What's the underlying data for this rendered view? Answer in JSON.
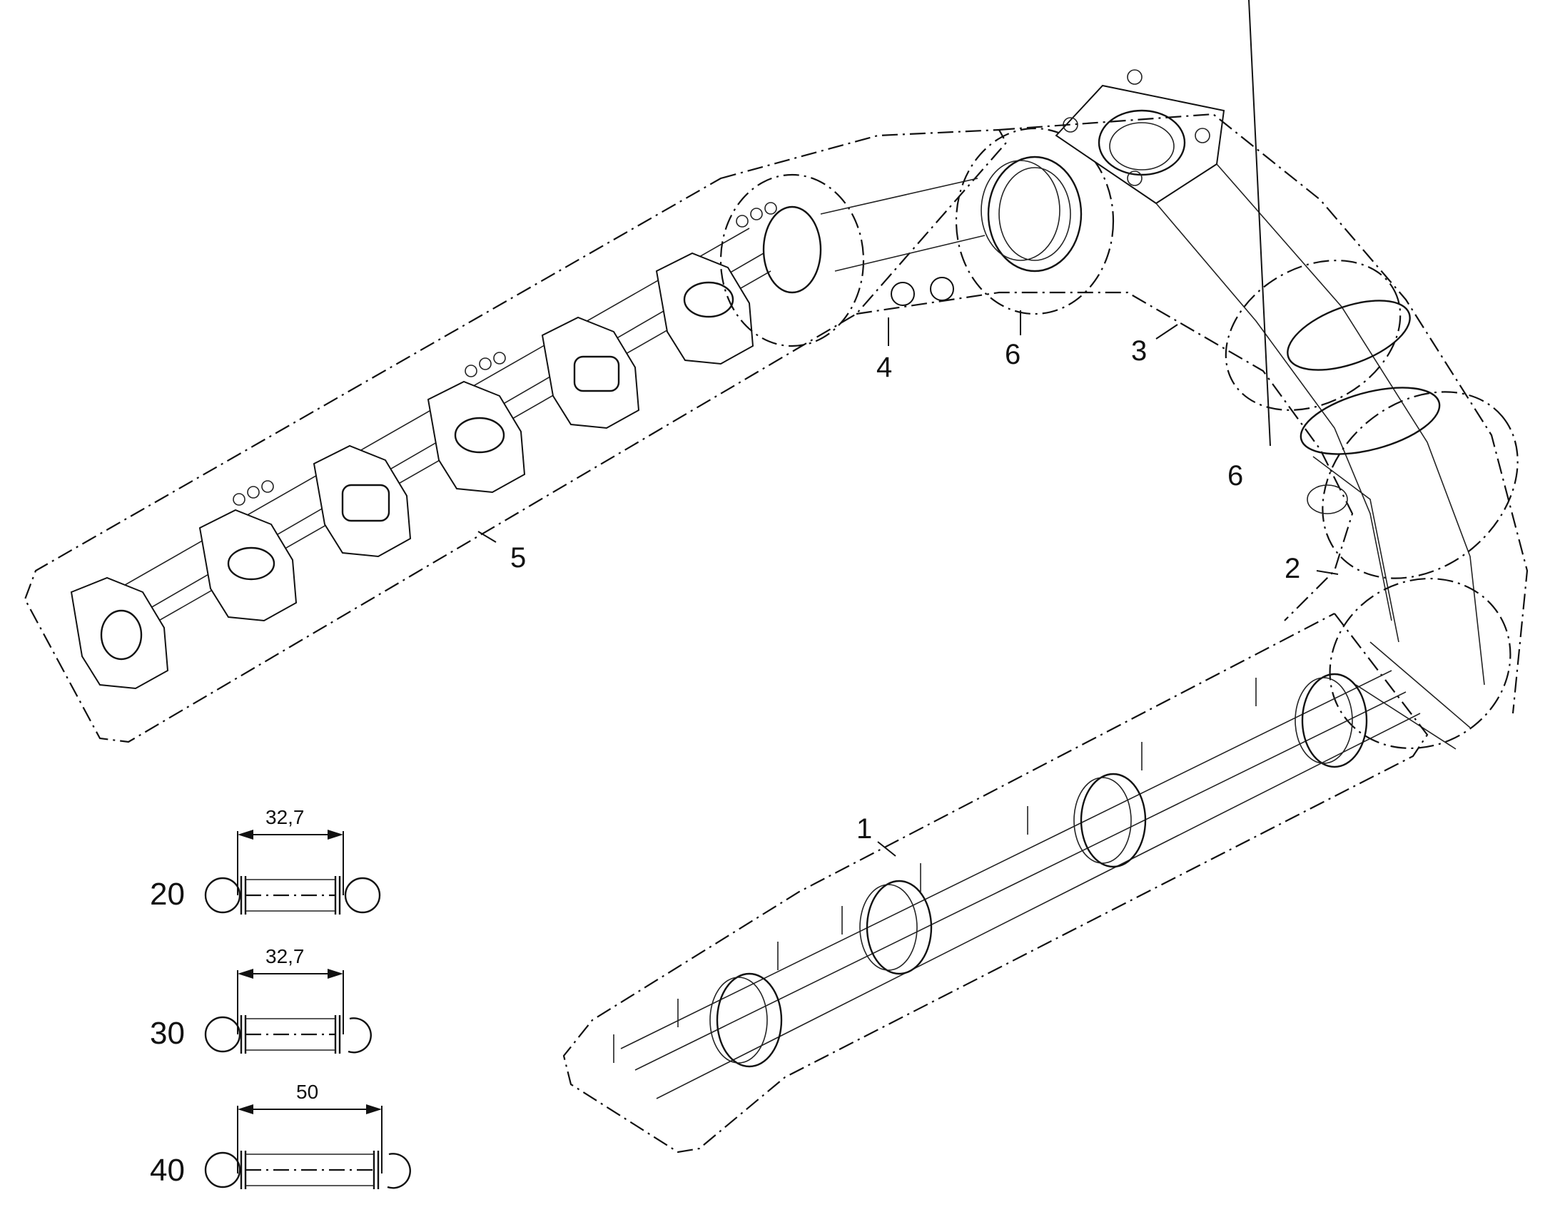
{
  "callouts": [
    {
      "id": "1",
      "label": "1"
    },
    {
      "id": "2",
      "label": "2"
    },
    {
      "id": "3",
      "label": "3"
    },
    {
      "id": "4",
      "label": "4"
    },
    {
      "id": "5",
      "label": "5"
    },
    {
      "id": "6a",
      "label": "6"
    },
    {
      "id": "6b",
      "label": "6"
    }
  ],
  "springs": [
    {
      "item": "20",
      "dimension": "32,7"
    },
    {
      "item": "30",
      "dimension": "32,7"
    },
    {
      "item": "40",
      "dimension": "50"
    }
  ]
}
